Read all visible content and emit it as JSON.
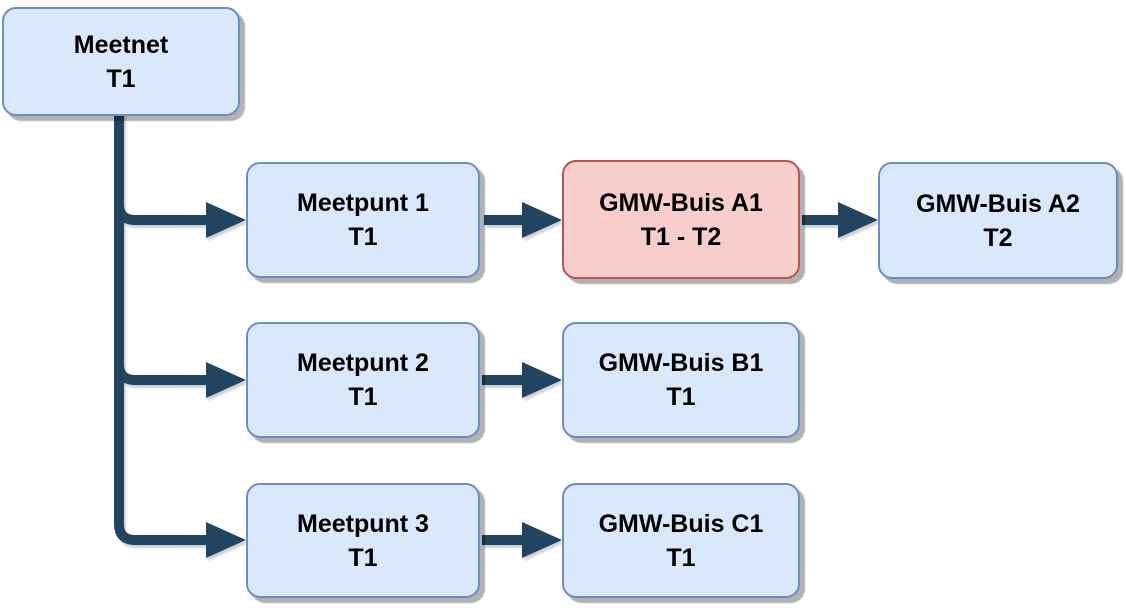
{
  "diagram": {
    "type": "flowchart",
    "background": "#ffffff",
    "nodes": [
      {
        "id": "meetnet",
        "line1": "Meetnet",
        "line2": "T1",
        "variant": "blue"
      },
      {
        "id": "meetpunt-1",
        "line1": "Meetpunt 1",
        "line2": "T1",
        "variant": "blue"
      },
      {
        "id": "gmw-buis-a1",
        "line1": "GMW-Buis A1",
        "line2": "T1 - T2",
        "variant": "red"
      },
      {
        "id": "gmw-buis-a2",
        "line1": "GMW-Buis A2",
        "line2": "T2",
        "variant": "blue"
      },
      {
        "id": "meetpunt-2",
        "line1": "Meetpunt 2",
        "line2": "T1",
        "variant": "blue"
      },
      {
        "id": "gmw-buis-b1",
        "line1": "GMW-Buis B1",
        "line2": "T1",
        "variant": "blue"
      },
      {
        "id": "meetpunt-3",
        "line1": "Meetpunt 3",
        "line2": "T1",
        "variant": "blue"
      },
      {
        "id": "gmw-buis-c1",
        "line1": "GMW-Buis C1",
        "line2": "T1",
        "variant": "blue"
      }
    ],
    "edges": [
      {
        "from": "meetnet",
        "to": "meetpunt-1",
        "style": "elbow-arrow"
      },
      {
        "from": "meetnet",
        "to": "meetpunt-2",
        "style": "elbow-arrow"
      },
      {
        "from": "meetnet",
        "to": "meetpunt-3",
        "style": "elbow-arrow"
      },
      {
        "from": "meetpunt-1",
        "to": "gmw-buis-a1",
        "style": "straight-arrow"
      },
      {
        "from": "gmw-buis-a1",
        "to": "gmw-buis-a2",
        "style": "straight-arrow"
      },
      {
        "from": "meetpunt-2",
        "to": "gmw-buis-b1",
        "style": "straight-arrow"
      },
      {
        "from": "meetpunt-3",
        "to": "gmw-buis-c1",
        "style": "straight-arrow"
      }
    ],
    "colors": {
      "blue_node_fill": "#dae8fc",
      "blue_node_border": "#6c8ebf",
      "red_node_fill": "#f8cecc",
      "red_node_border": "#b85450",
      "connector": "#21455e",
      "text": "#000000"
    }
  }
}
